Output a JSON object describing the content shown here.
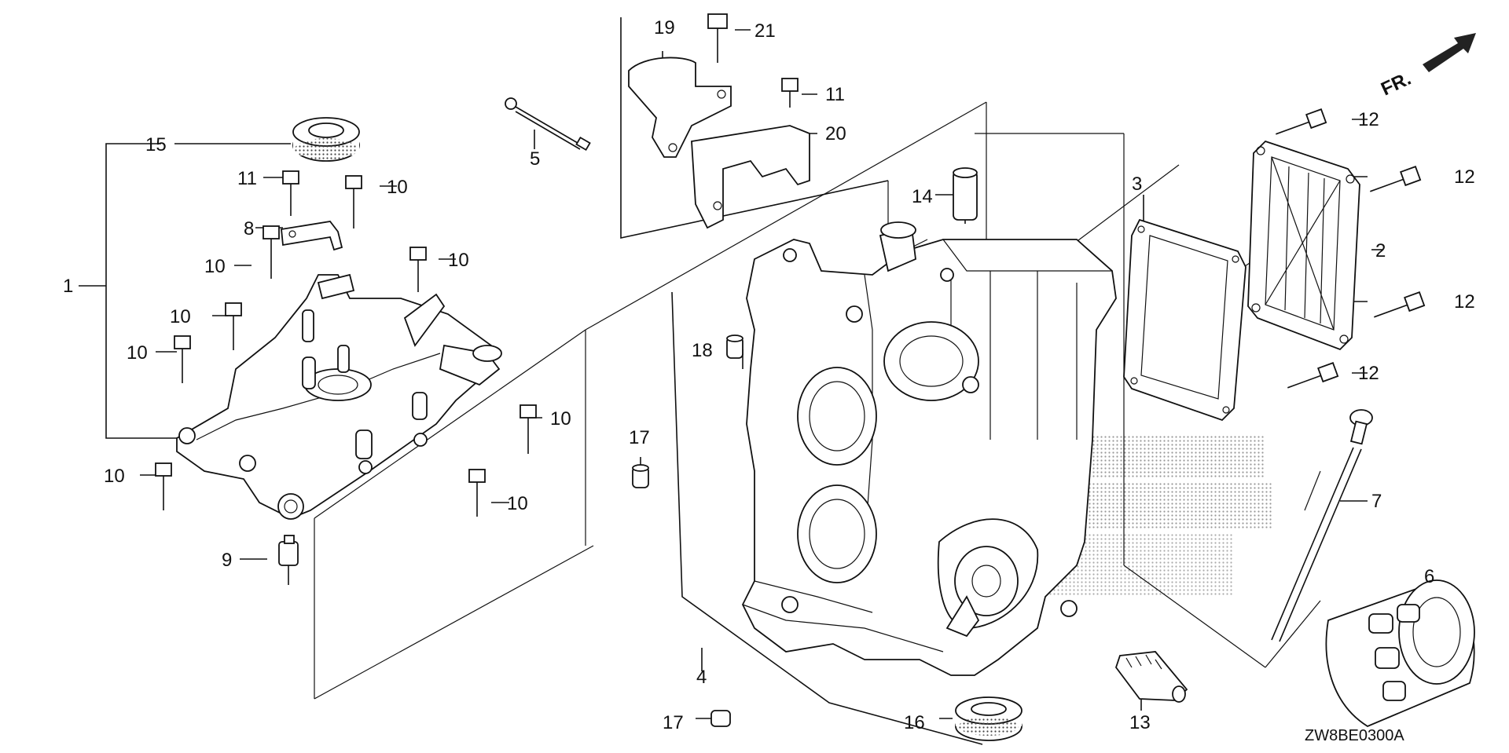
{
  "diagram": {
    "drawing_code": "ZW8BE0300A",
    "orientation_label": "FR.",
    "callouts": [
      {
        "id": "c1",
        "label": "1"
      },
      {
        "id": "c2",
        "label": "2"
      },
      {
        "id": "c3",
        "label": "3"
      },
      {
        "id": "c4",
        "label": "4"
      },
      {
        "id": "c5",
        "label": "5"
      },
      {
        "id": "c6",
        "label": "6"
      },
      {
        "id": "c7",
        "label": "7"
      },
      {
        "id": "c8",
        "label": "8"
      },
      {
        "id": "c9",
        "label": "9"
      },
      {
        "id": "c10a",
        "label": "10"
      },
      {
        "id": "c10b",
        "label": "10"
      },
      {
        "id": "c10c",
        "label": "10"
      },
      {
        "id": "c10d",
        "label": "10"
      },
      {
        "id": "c10e",
        "label": "10"
      },
      {
        "id": "c10f",
        "label": "10"
      },
      {
        "id": "c10g",
        "label": "10"
      },
      {
        "id": "c10h",
        "label": "10"
      },
      {
        "id": "c11a",
        "label": "11"
      },
      {
        "id": "c11b",
        "label": "11"
      },
      {
        "id": "c12a",
        "label": "12"
      },
      {
        "id": "c12b",
        "label": "12"
      },
      {
        "id": "c12c",
        "label": "12"
      },
      {
        "id": "c12d",
        "label": "12"
      },
      {
        "id": "c13",
        "label": "13"
      },
      {
        "id": "c14",
        "label": "14"
      },
      {
        "id": "c15",
        "label": "15"
      },
      {
        "id": "c16",
        "label": "16"
      },
      {
        "id": "c17a",
        "label": "17"
      },
      {
        "id": "c17b",
        "label": "17"
      },
      {
        "id": "c18",
        "label": "18"
      },
      {
        "id": "c19",
        "label": "19"
      },
      {
        "id": "c20",
        "label": "20"
      },
      {
        "id": "c21",
        "label": "21"
      }
    ]
  }
}
